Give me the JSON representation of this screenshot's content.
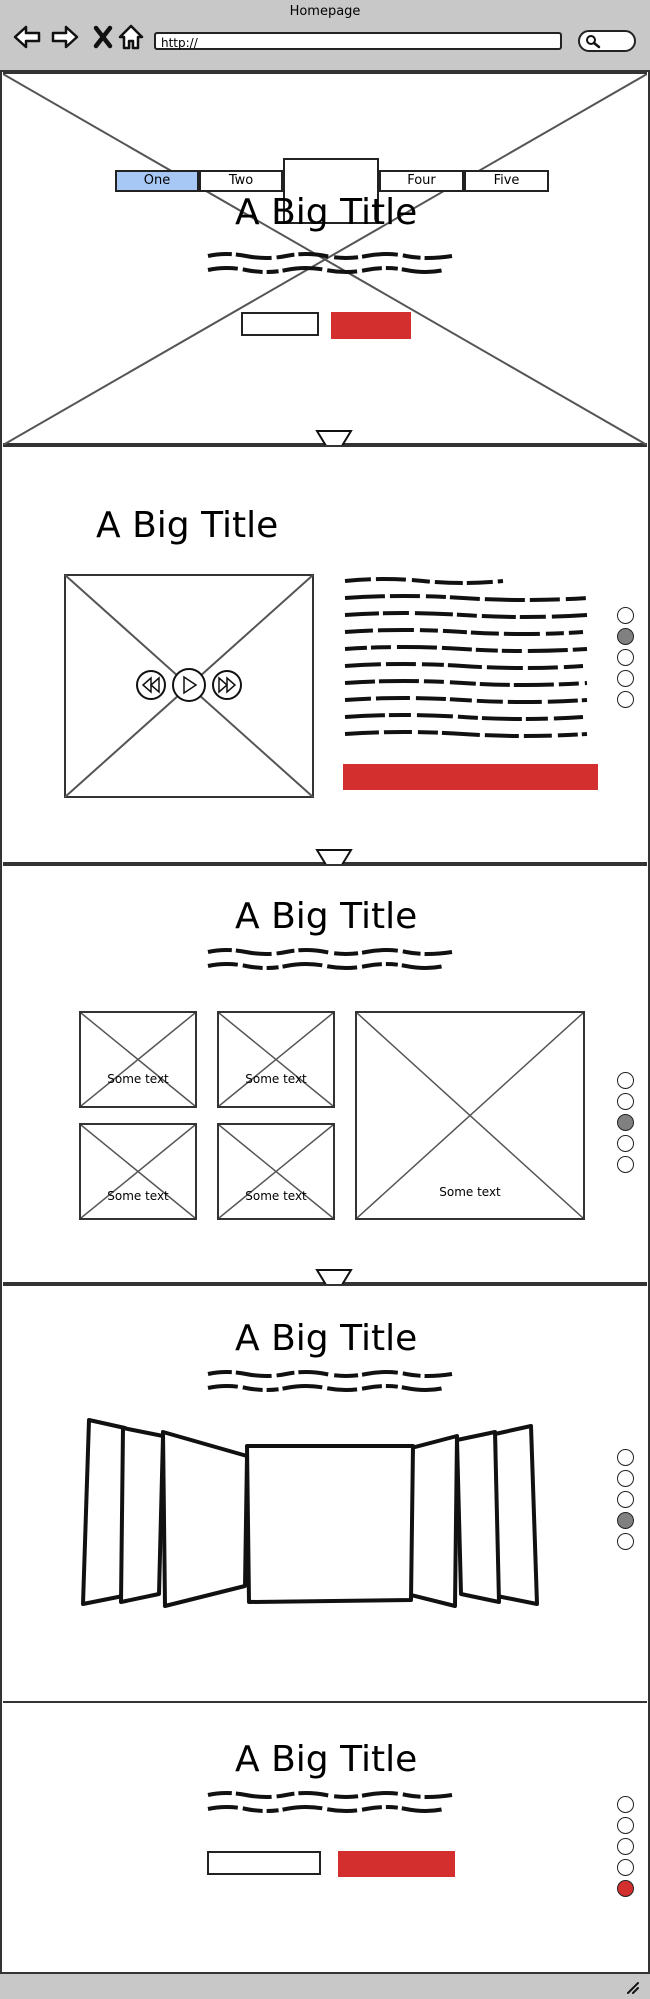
{
  "window": {
    "title": "Homepage"
  },
  "browser": {
    "url": "http://"
  },
  "hero": {
    "nav_tabs": [
      "One",
      "Two",
      "Four",
      "Five"
    ],
    "title": "A Big Title"
  },
  "section2": {
    "title": "A Big Title"
  },
  "section3": {
    "title": "A Big Title",
    "tiles": [
      "Some text",
      "Some text",
      "Some text",
      "Some text",
      "Some text"
    ]
  },
  "section4": {
    "title": "A Big Title"
  },
  "section5": {
    "title": "A Big Title"
  },
  "icons": {
    "back": "back-arrow-icon",
    "forward": "forward-arrow-icon",
    "stop": "close-icon",
    "home": "home-icon",
    "search": "search-icon",
    "rewind": "rewind-icon",
    "play": "play-icon",
    "fast_forward": "fast-forward-icon",
    "section_arrow": "chevron-down-icon",
    "resize": "resize-grip-icon"
  },
  "colors": {
    "accent_red": "#d32f2f",
    "tab_active": "#a7c7f5",
    "chrome": "#c8c8c8"
  }
}
